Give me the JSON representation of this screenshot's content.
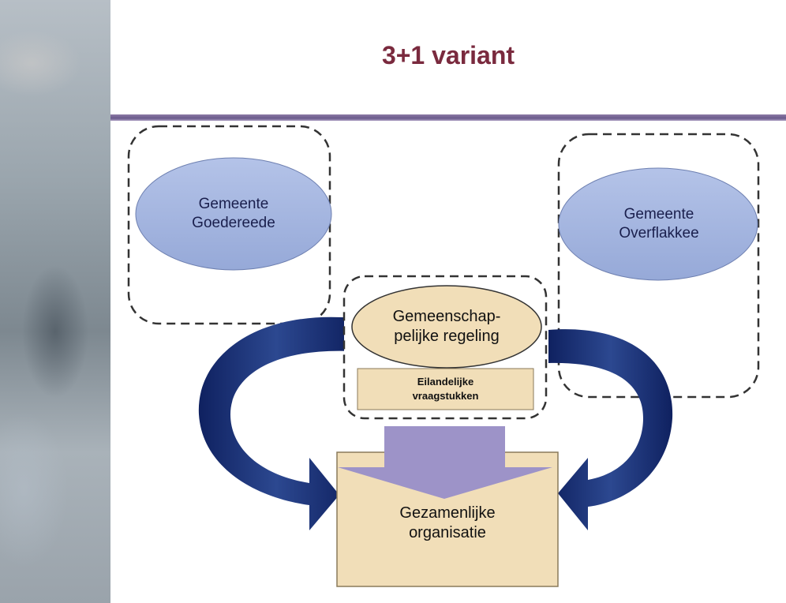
{
  "title": "3+1 variant",
  "nodes": {
    "goedereede": {
      "line1": "Gemeente",
      "line2": "Goedereede"
    },
    "overflakkee": {
      "line1": "Gemeente",
      "line2": "Overflakkee"
    },
    "regeling": {
      "line1": "Gemeenschap-",
      "line2": "pelijke regeling"
    },
    "vraagstukken": {
      "line1": "Eilandelijke",
      "line2": "vraagstukken"
    },
    "organisatie": {
      "line1": "Gezamenlijke",
      "line2": "organisatie"
    }
  },
  "colors": {
    "title": "#7a2a3e",
    "divider": "#6b5b8c",
    "gemeente_fill": "#a9b9e2",
    "regeling_fill": "#f1deb8",
    "arrow_blue": "#1c2f6e",
    "down_arrow": "#9d93c8"
  }
}
